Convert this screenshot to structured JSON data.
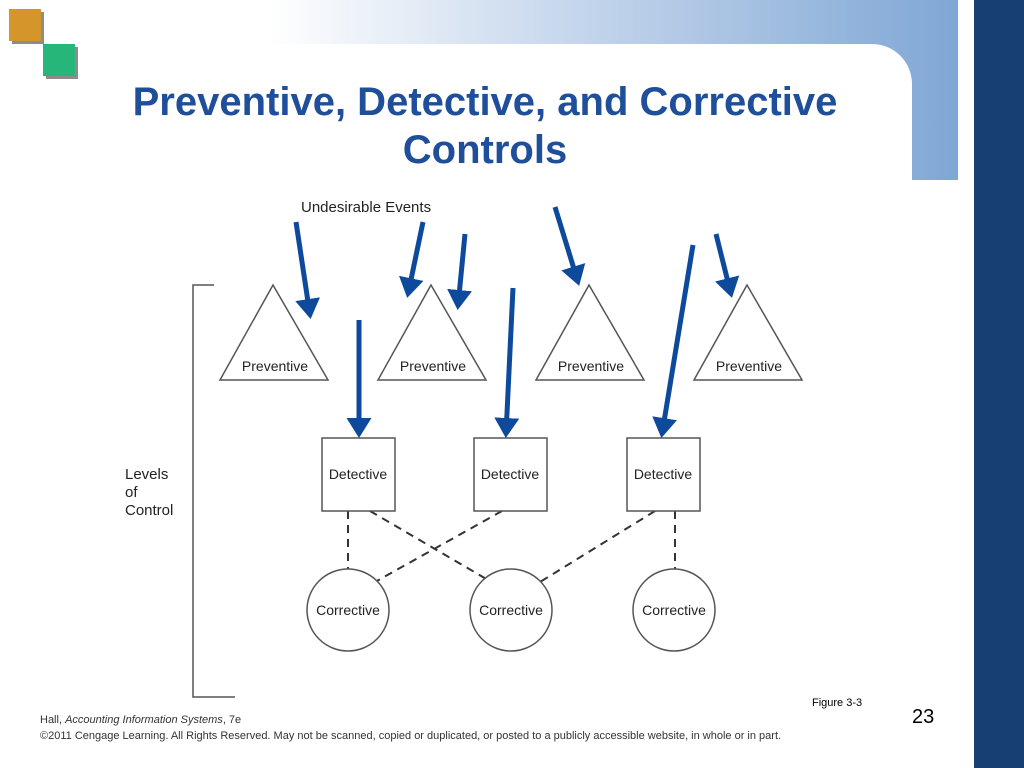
{
  "slide": {
    "title": "Preventive, Detective, and Corrective Controls",
    "figure_label": "Figure 3-3",
    "page_number": "23"
  },
  "diagram": {
    "events_label": "Undesirable Events",
    "levels_label": [
      "Levels",
      "of",
      "Control"
    ],
    "preventive_label": "Preventive",
    "detective_label": "Detective",
    "corrective_label": "Corrective",
    "arrow_color": "#0d4a9b"
  },
  "footer": {
    "author": "Hall, ",
    "book": "Accounting Information Systems",
    "edition": ", 7e",
    "copyright": "©2011 Cengage Learning. All Rights Reserved. May not be scanned, copied or duplicated, or posted to a publicly accessible website, in whole or in part."
  }
}
